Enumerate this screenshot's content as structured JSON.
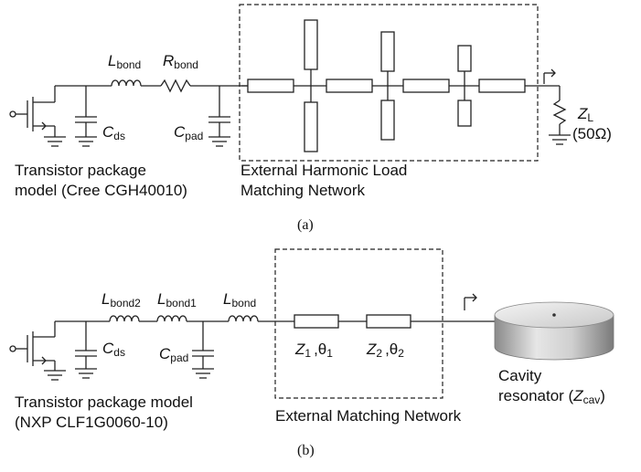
{
  "panel_a": {
    "caption": "(a)",
    "l_bond": {
      "main": "L",
      "sub": "bond"
    },
    "r_bond": {
      "main": "R",
      "sub": "bond"
    },
    "c_ds": {
      "main": "C",
      "sub": "ds"
    },
    "c_pad": {
      "main": "C",
      "sub": "pad"
    },
    "z_load": {
      "main": "Z",
      "sub": "L"
    },
    "z_load_value": "(50Ω)",
    "package_line1": "Transistor package",
    "package_line2": "model (Cree CGH40010)",
    "network_line1": "External Harmonic Load",
    "network_line2": "Matching Network"
  },
  "panel_b": {
    "caption": "(b)",
    "l_bond2": {
      "main": "L",
      "sub": "bond2"
    },
    "l_bond1": {
      "main": "L",
      "sub": "bond1"
    },
    "l_bond": {
      "main": "L",
      "sub": "bond"
    },
    "c_ds": {
      "main": "C",
      "sub": "ds"
    },
    "c_pad": {
      "main": "C",
      "sub": "pad"
    },
    "tl1": {
      "z": "Z",
      "z_sub": "1",
      "sep": ",θ",
      "theta_sub": "1"
    },
    "tl2": {
      "z": "Z",
      "z_sub": "2",
      "sep": ",θ",
      "theta_sub": "2"
    },
    "cavity_line1": "Cavity",
    "cavity_line2_pre": "resonator (",
    "cavity_z": "Z",
    "cavity_z_sub": "cav",
    "cavity_line2_post": ")",
    "package_line1": "Transistor package model",
    "package_line2": "(NXP CLF1G0060-10)",
    "network_label": "External Matching Network"
  }
}
